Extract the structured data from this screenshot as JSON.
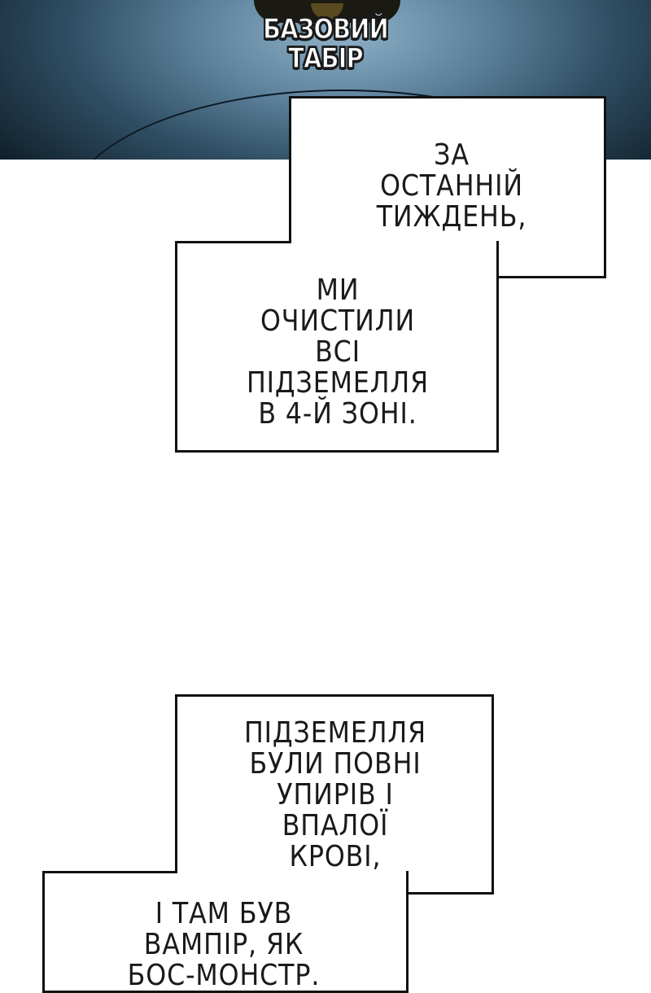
{
  "top_panel": {
    "caption_lines": [
      "БАЗОВИЙ",
      "ТАБІР"
    ]
  },
  "box1": {
    "part1_lines": [
      "ЗА",
      "ОСТАННІЙ",
      "ТИЖДЕНЬ,"
    ],
    "part2_lines": [
      "МИ",
      "ОЧИСТИЛИ",
      "ВСІ",
      "ПІДЗЕМЕЛЛЯ",
      "В 4-Й ЗОНІ."
    ]
  },
  "box2": {
    "part1_lines": [
      "ПІДЗЕМЕЛЛЯ",
      "БУЛИ ПОВНІ",
      "УПИРІВ І",
      "ВПАЛОЇ",
      "КРОВІ,"
    ],
    "part2_lines": [
      "І ТАМ БУВ",
      "ВАМПІР, ЯК",
      "БОС-МОНСТР."
    ]
  }
}
